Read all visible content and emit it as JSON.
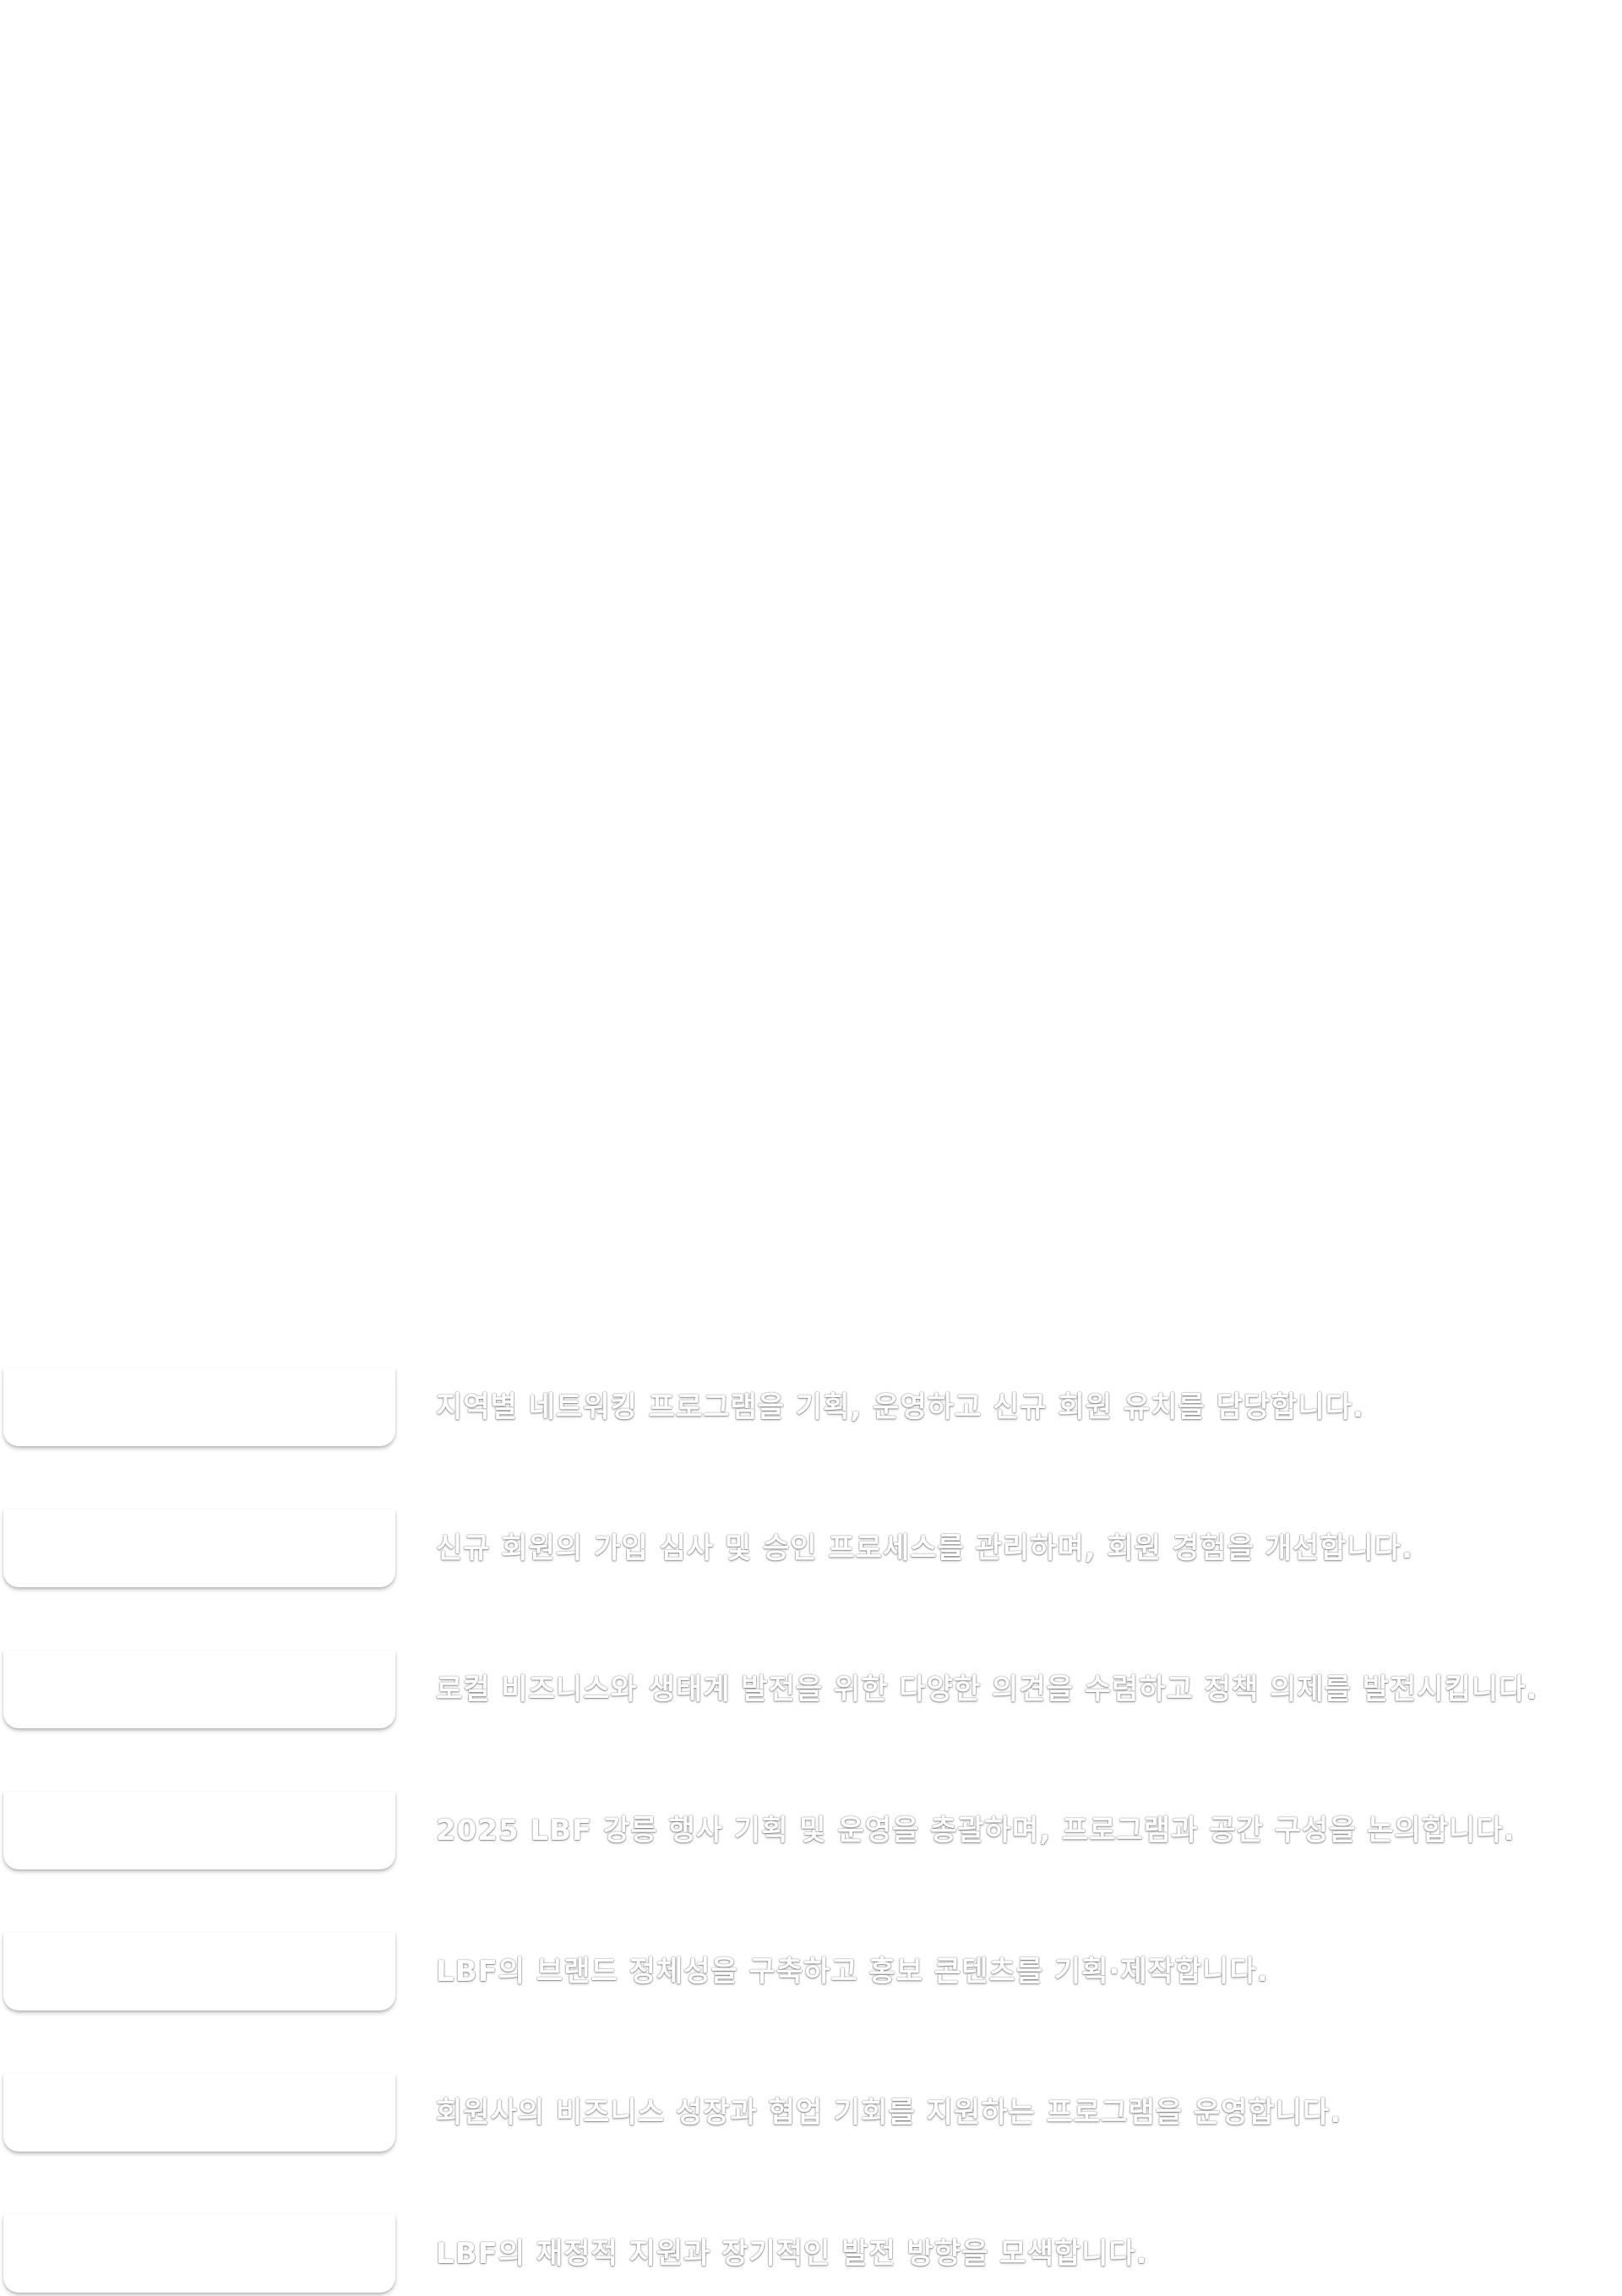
{
  "rows": [
    {
      "card_title": "",
      "description": "지역별 네트워킹 프로그램을 기획, 운영하고 신규 회원 유치를 담당합니다."
    },
    {
      "card_title": "",
      "description": "신규 회원의 가입 심사 및 승인 프로세스를 관리하며, 회원 경험을 개선합니다."
    },
    {
      "card_title": "",
      "description": "로컬 비즈니스와 생태계 발전을 위한 다양한 의견을 수렴하고 정책 의제를 발전시킵니다."
    },
    {
      "card_title": "",
      "description": "2025 LBF 강릉 행사 기획 및 운영을 총괄하며, 프로그램과 공간 구성을 논의합니다."
    },
    {
      "card_title": "",
      "description": "LBF의 브랜드 정체성을 구축하고 홍보 콘텐츠를 기획·제작합니다."
    },
    {
      "card_title": "",
      "description": "회원사의 비즈니스 성장과 협업 기회를 지원하는 프로그램을 운영합니다."
    },
    {
      "card_title": "",
      "description": "LBF의 재정적 지원과 장기적인 발전 방향을 모색합니다."
    }
  ]
}
